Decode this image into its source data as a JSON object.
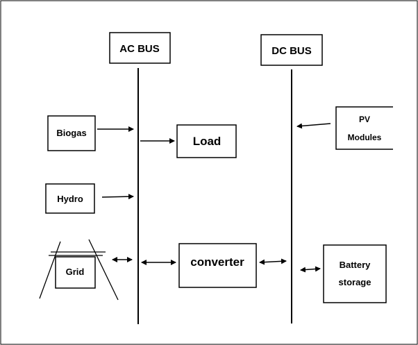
{
  "diagram": {
    "ac_bus": "AC BUS",
    "dc_bus": "DC BUS",
    "biogas": "Biogas",
    "load": "Load",
    "hydro": "Hydro",
    "grid": "Grid",
    "converter": "converter",
    "pv_line1": "PV",
    "pv_line2": "Modules",
    "battery_line1": "Battery",
    "battery_line2": "storage"
  }
}
